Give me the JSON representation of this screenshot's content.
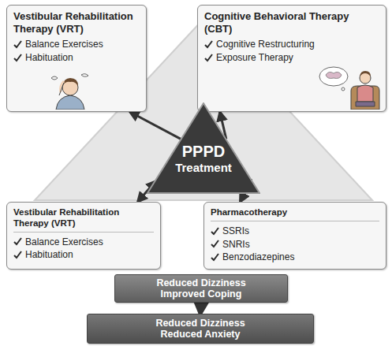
{
  "diagram": {
    "nodes": [
      {
        "text": [
          "Vestibular Rehabilitation Therapy (VRT)",
          "Balance Exercises",
          "Habituation"
        ]
      },
      {
        "text": [
          "Cognitive Behavioral Therapy (CBT)",
          "Cognitive Restructuring",
          "Exposure Therapy"
        ]
      },
      {
        "text": [
          "PPPD",
          "Treatment"
        ]
      },
      {
        "text": [
          "Vestibular Rehabilitation Therapy (VRT)",
          "Balance Exercises",
          "Habituation"
        ]
      },
      {
        "text": [
          "Pharmacotherapy",
          "SSRIs",
          "SNRIs",
          "Benzodiazepines"
        ]
      },
      {
        "text": [
          "Reduced Dizziness Improved Coping"
        ]
      },
      {
        "text": [
          "Reduced Dizziness Reduced Anxiety"
        ]
      }
    ],
    "edges": [
      {
        "from": 2,
        "to": 0,
        "arrow": "to"
      },
      {
        "from": 2,
        "to": 1,
        "arrow": "to"
      },
      {
        "from": 2,
        "to": 3,
        "arrow": "both"
      },
      {
        "from": 2,
        "to": 4,
        "arrow": "both"
      },
      {
        "from": 5,
        "to": 6,
        "arrow": "to"
      }
    ]
  }
}
